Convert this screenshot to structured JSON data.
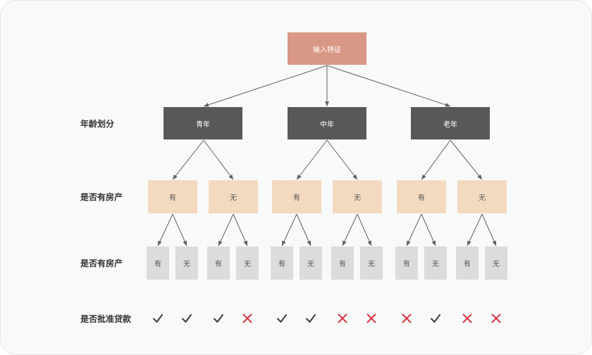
{
  "root": {
    "label": "输入特征"
  },
  "row_labels": {
    "age": "年龄划分",
    "house1": "是否有房产",
    "house2": "是否有房产",
    "decision": "是否批准贷款"
  },
  "age_groups": [
    {
      "label": "青年"
    },
    {
      "label": "中年"
    },
    {
      "label": "老年"
    }
  ],
  "house_level1": [
    {
      "label": "有"
    },
    {
      "label": "无"
    },
    {
      "label": "有"
    },
    {
      "label": "无"
    },
    {
      "label": "有"
    },
    {
      "label": "无"
    }
  ],
  "house_level2": [
    {
      "label": "有"
    },
    {
      "label": "无"
    },
    {
      "label": "有"
    },
    {
      "label": "无"
    },
    {
      "label": "有"
    },
    {
      "label": "无"
    },
    {
      "label": "有"
    },
    {
      "label": "无"
    },
    {
      "label": "有"
    },
    {
      "label": "无"
    },
    {
      "label": "有"
    },
    {
      "label": "无"
    }
  ],
  "decisions": [
    {
      "result": "approve",
      "icon": "check-icon"
    },
    {
      "result": "approve",
      "icon": "check-icon"
    },
    {
      "result": "approve",
      "icon": "check-icon"
    },
    {
      "result": "reject",
      "icon": "cross-icon"
    },
    {
      "result": "approve",
      "icon": "check-icon"
    },
    {
      "result": "approve",
      "icon": "check-icon"
    },
    {
      "result": "reject",
      "icon": "cross-icon"
    },
    {
      "result": "reject",
      "icon": "cross-icon"
    },
    {
      "result": "reject",
      "icon": "cross-icon"
    },
    {
      "result": "approve",
      "icon": "check-icon"
    },
    {
      "result": "reject",
      "icon": "cross-icon"
    },
    {
      "result": "reject",
      "icon": "cross-icon"
    }
  ],
  "colors": {
    "root": "#d99785",
    "age": "#565958",
    "house1": "#f3d9bf",
    "house2": "#dddbdc",
    "approve": "#3a3d3c",
    "reject": "#d83545",
    "edge": "#5f6261"
  }
}
